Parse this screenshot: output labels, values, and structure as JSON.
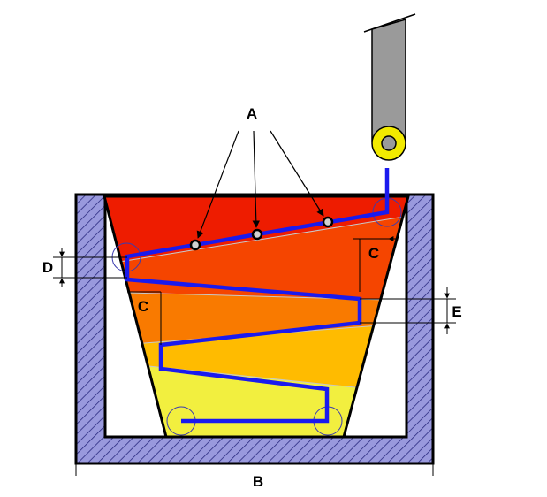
{
  "labels": {
    "a": "A",
    "b": "B",
    "c_right": "C",
    "c_left": "C",
    "d": "D",
    "e": "E"
  },
  "colors": {
    "vessel_wall": "#9999dd",
    "layer_top": "#ee1c00",
    "layer_2": "#f54500",
    "layer_3": "#f97a00",
    "layer_4": "#ffbb00",
    "layer_bottom": "#f2ef3f",
    "path": "#1a1aee",
    "roller": "#e8e8ee",
    "tool": "#9a9a9a",
    "tool_ring": "#f2ea00"
  },
  "icons": {
    "tool": "tool-holder-icon",
    "roller": "roller-circle-icon",
    "marker": "path-marker-icon"
  }
}
